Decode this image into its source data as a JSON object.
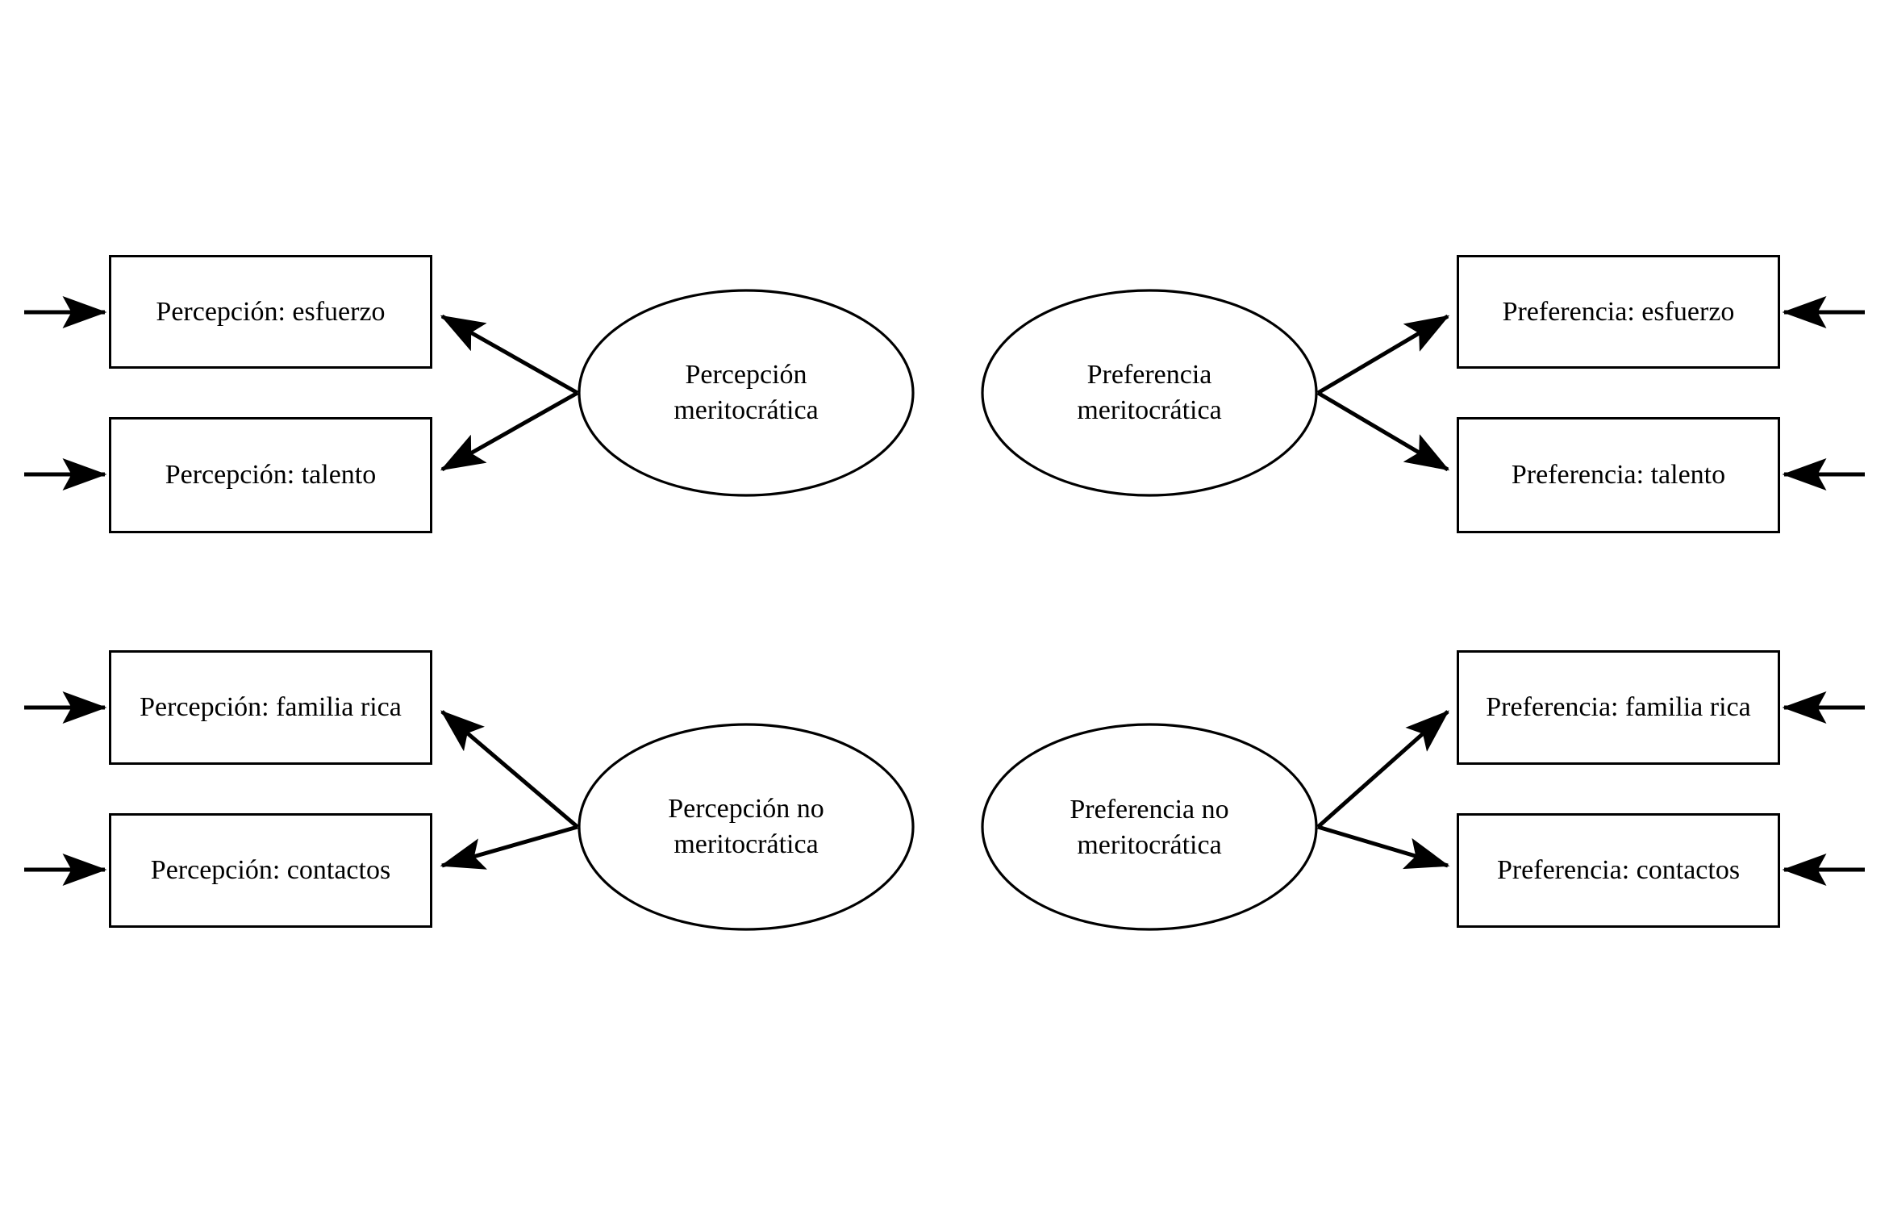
{
  "diagram": {
    "type": "path-diagram",
    "title": "",
    "background_color": "#ffffff",
    "line_color": "#000000",
    "text_color": "#000000",
    "panels": [
      {
        "id": "perception-meritocratic",
        "latent": "Percepción meritocrática",
        "indicators": [
          "Percepción: esfuerzo",
          "Percepción: talento"
        ],
        "indicator_side": "left"
      },
      {
        "id": "preference-meritocratic",
        "latent": "Preferencia meritocrática",
        "indicators": [
          "Preferencia: esfuerzo",
          "Preferencia: talento"
        ],
        "indicator_side": "right"
      },
      {
        "id": "perception-non-meritocratic",
        "latent": "Percepción no meritocrática",
        "indicators": [
          "Percepción: familia rica",
          "Percepción: contactos"
        ],
        "indicator_side": "left"
      },
      {
        "id": "preference-non-meritocratic",
        "latent": "Preferencia no meritocrática",
        "indicators": [
          "Preferencia: familia rica",
          "Preferencia: contactos"
        ],
        "indicator_side": "right"
      }
    ]
  },
  "nodes": {
    "box_tl_1": "Percepción: esfuerzo",
    "box_tl_2": "Percepción: talento",
    "oval_tl": "Percepción meritocrática",
    "oval_tr": "Preferencia meritocrática",
    "box_tr_1": "Preferencia: esfuerzo",
    "box_tr_2": "Preferencia: talento",
    "box_bl_1": "Percepción: familia rica",
    "box_bl_2": "Percepción: contactos",
    "oval_bl": "Percepción no meritocrática",
    "oval_br": "Preferencia no meritocrática",
    "box_br_1": "Preferencia: familia rica",
    "box_br_2": "Preferencia: contactos"
  }
}
